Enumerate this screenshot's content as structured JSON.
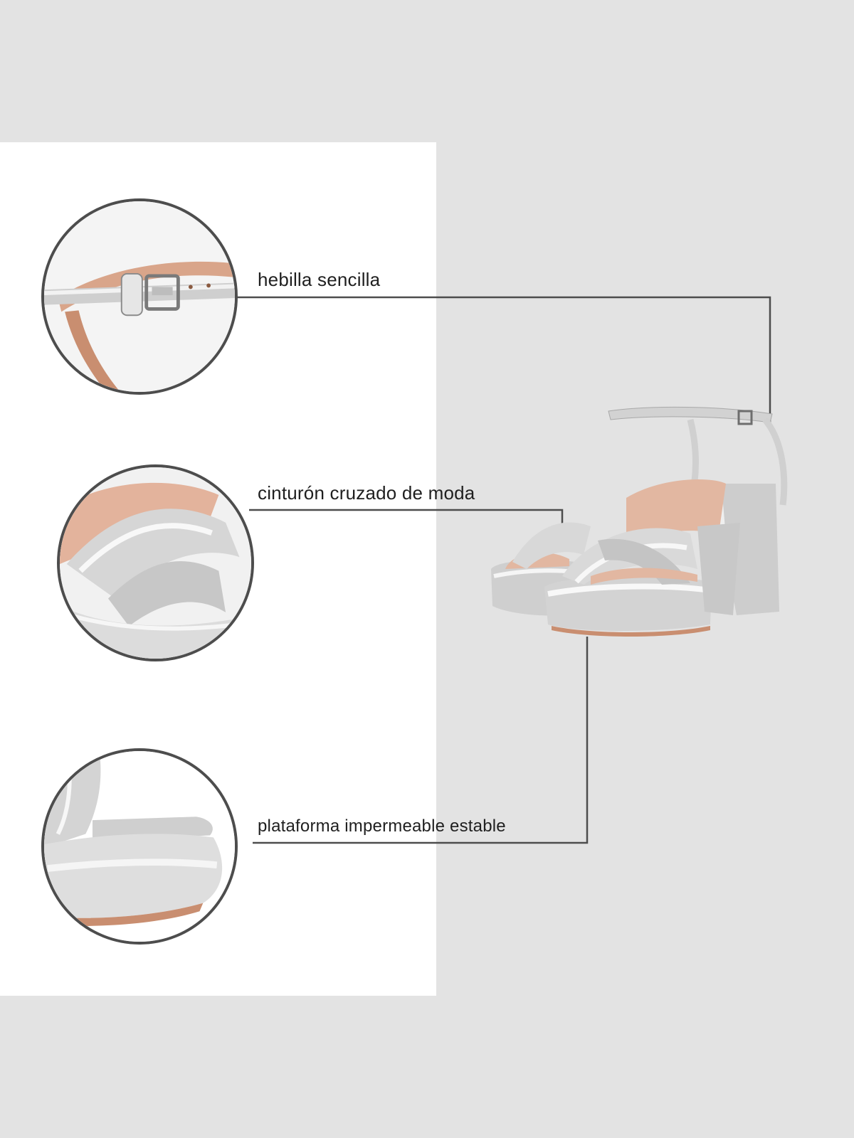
{
  "features": [
    {
      "label": "hebilla sencilla",
      "icon": "buckle-closeup-image"
    },
    {
      "label": "cinturón cruzado de moda",
      "icon": "crossed-strap-closeup-image"
    },
    {
      "label": "plataforma impermeable estable",
      "icon": "platform-closeup-image"
    }
  ],
  "product": {
    "icon": "silver-platform-sandal-image"
  },
  "colors": {
    "background": "#e3e3e3",
    "panel": "#ffffff",
    "outline": "#4d4d4d",
    "silver": "#d9d9d9",
    "lining": "#e2b7a1"
  }
}
